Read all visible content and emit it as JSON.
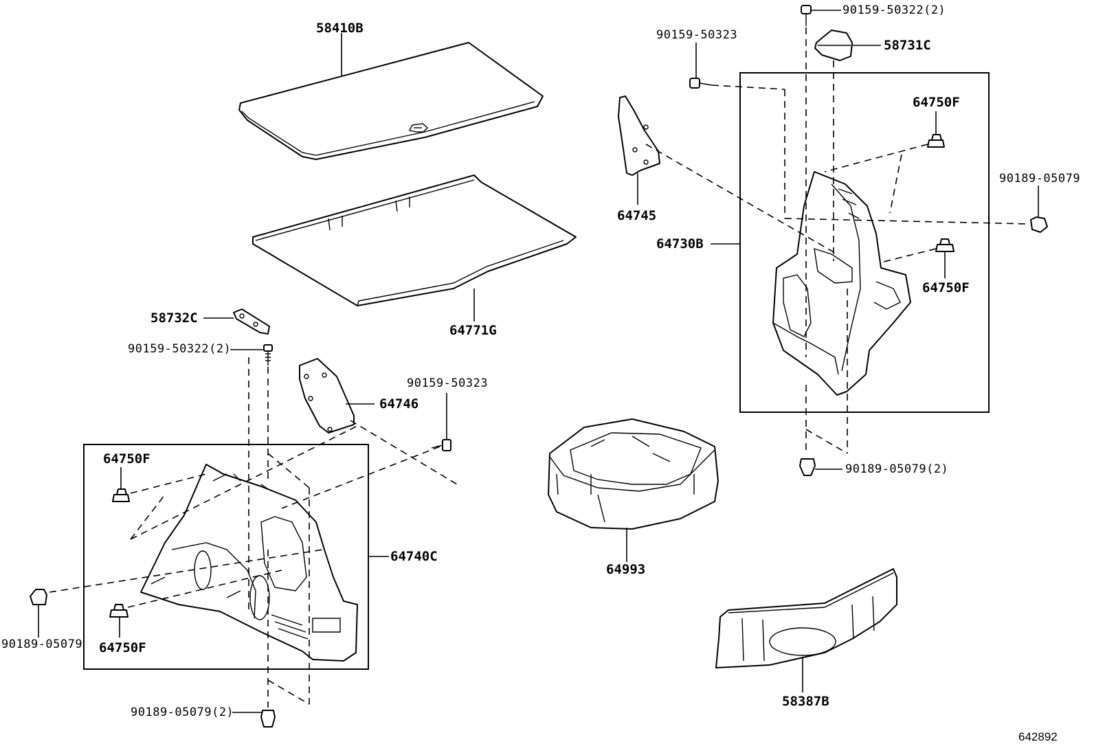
{
  "diagram": {
    "labels": {
      "p58410B": "58410B",
      "p64771G": "64771G",
      "p58732C": "58732C",
      "b90159_50322_2_left": "90159-50322(2)",
      "p64746": "64746",
      "b90159_50323_left": "90159-50323",
      "p64750F_left_top": "64750F",
      "p64740C": "64740C",
      "b90189_05079_left": "90189-05079",
      "p64750F_left_bottom": "64750F",
      "b90189_05079_2_left": "90189-05079(2)",
      "b90159_50322_2_right": "90159-50322(2)",
      "b90159_50323_right": "90159-50323",
      "p58731C": "58731C",
      "p64750F_right_top": "64750F",
      "b90189_05079_right": "90189-05079",
      "p64745": "64745",
      "p64730B": "64730B",
      "p64750F_right_mid": "64750F",
      "b90189_05079_2_right": "90189-05079(2)",
      "p64993": "64993",
      "p58387B": "58387B"
    },
    "document_id": "642892"
  }
}
